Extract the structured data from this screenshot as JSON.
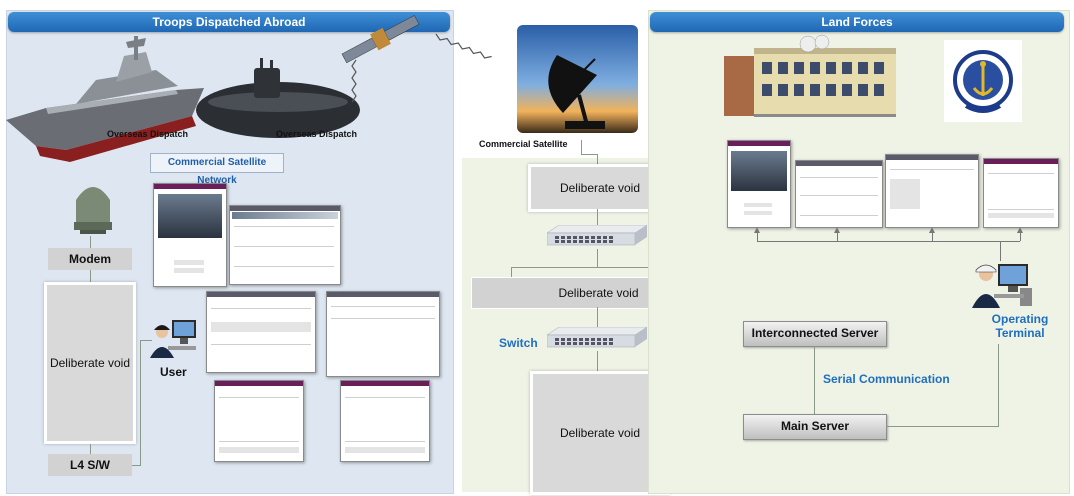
{
  "left_panel": {
    "title": "Troops Dispatched Abroad",
    "ship_caption": "Overseas Dispatch",
    "sub_caption": "Overseas Dispatch",
    "network_label": "Commercial Satellite Network",
    "modem_label": "Modem",
    "void_label": "Deliberate void",
    "l4_label": "L4 S/W",
    "user_label": "User"
  },
  "middle": {
    "satellite_label": "Commercial Satellite",
    "void_top": "Deliberate void",
    "void_mid": "Deliberate void",
    "switch_label": "Switch",
    "void_bottom": "Deliberate void"
  },
  "right_panel": {
    "title": "Land Forces",
    "interconnected_server": "Interconnected Server",
    "serial_label": "Serial Communication",
    "main_server": "Main Server",
    "operating_terminal": "Operating Terminal"
  },
  "colors": {
    "header_blue": "#1f67b4",
    "left_bg": "#dde6f1",
    "right_bg": "#eef3e6",
    "accent_text": "#1f6fbf"
  }
}
